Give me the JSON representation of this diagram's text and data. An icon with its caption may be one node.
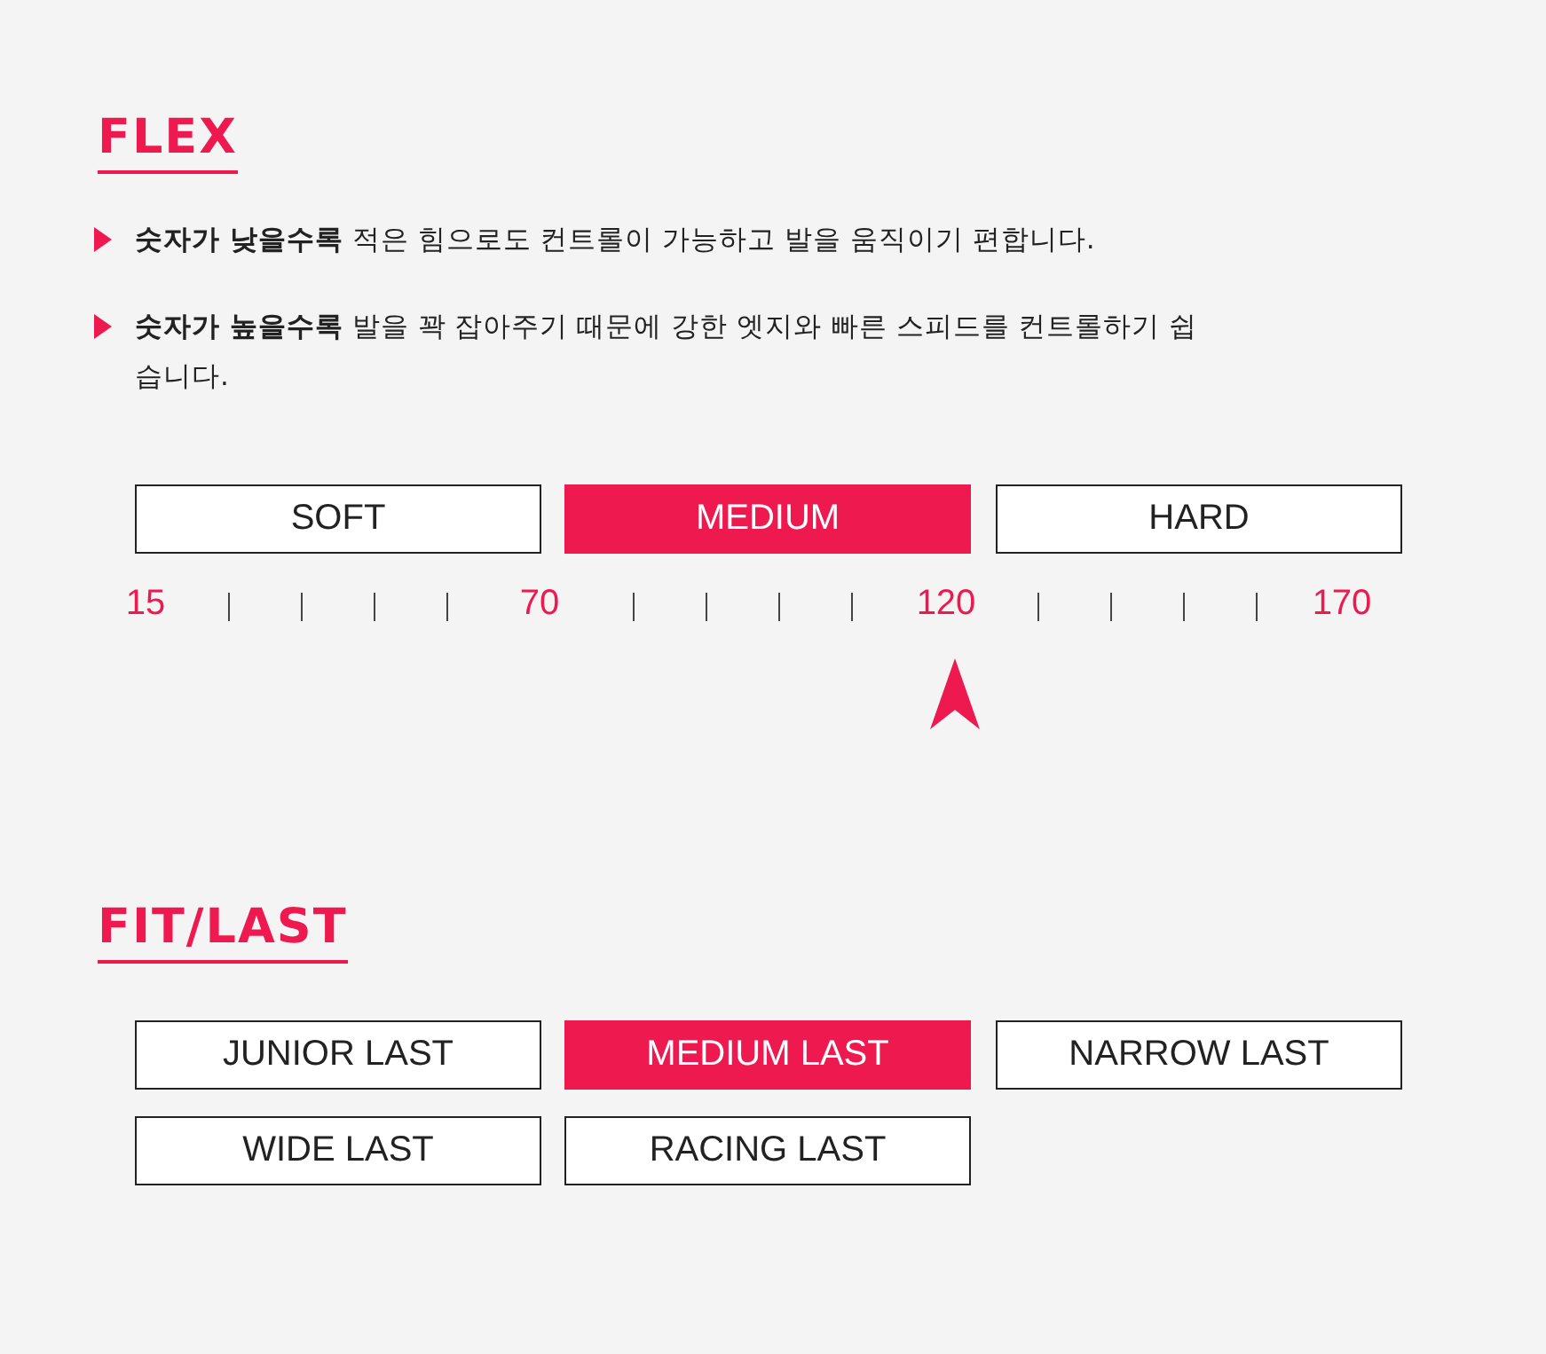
{
  "diagram": {
    "nodes": [
      {
        "text": [
          "SOFT"
        ]
      },
      {
        "text": [
          "MEDIUM"
        ]
      },
      {
        "text": [
          "HARD"
        ]
      },
      {
        "text": [
          "JUNIOR LAST"
        ]
      },
      {
        "text": [
          "MEDIUM LAST"
        ]
      },
      {
        "text": [
          "NARROW LAST"
        ]
      },
      {
        "text": [
          "WIDE LAST"
        ]
      },
      {
        "text": [
          "RACING LAST"
        ]
      }
    ],
    "labels": [
      "FLEX",
      "**숫자가 낮을수록** 적은 힘으로도 컨트롤이 가능하고 발을 움직이기 편합니다.",
      "**숫자가 높을수록** 발을 꽉 잡아주기 때문에 강한 엣지와 빠른 스피드를 컨트롤하기 쉽습니다.",
      "15",
      "70",
      "120",
      "170",
      "FIT/LAST"
    ]
  }
}
